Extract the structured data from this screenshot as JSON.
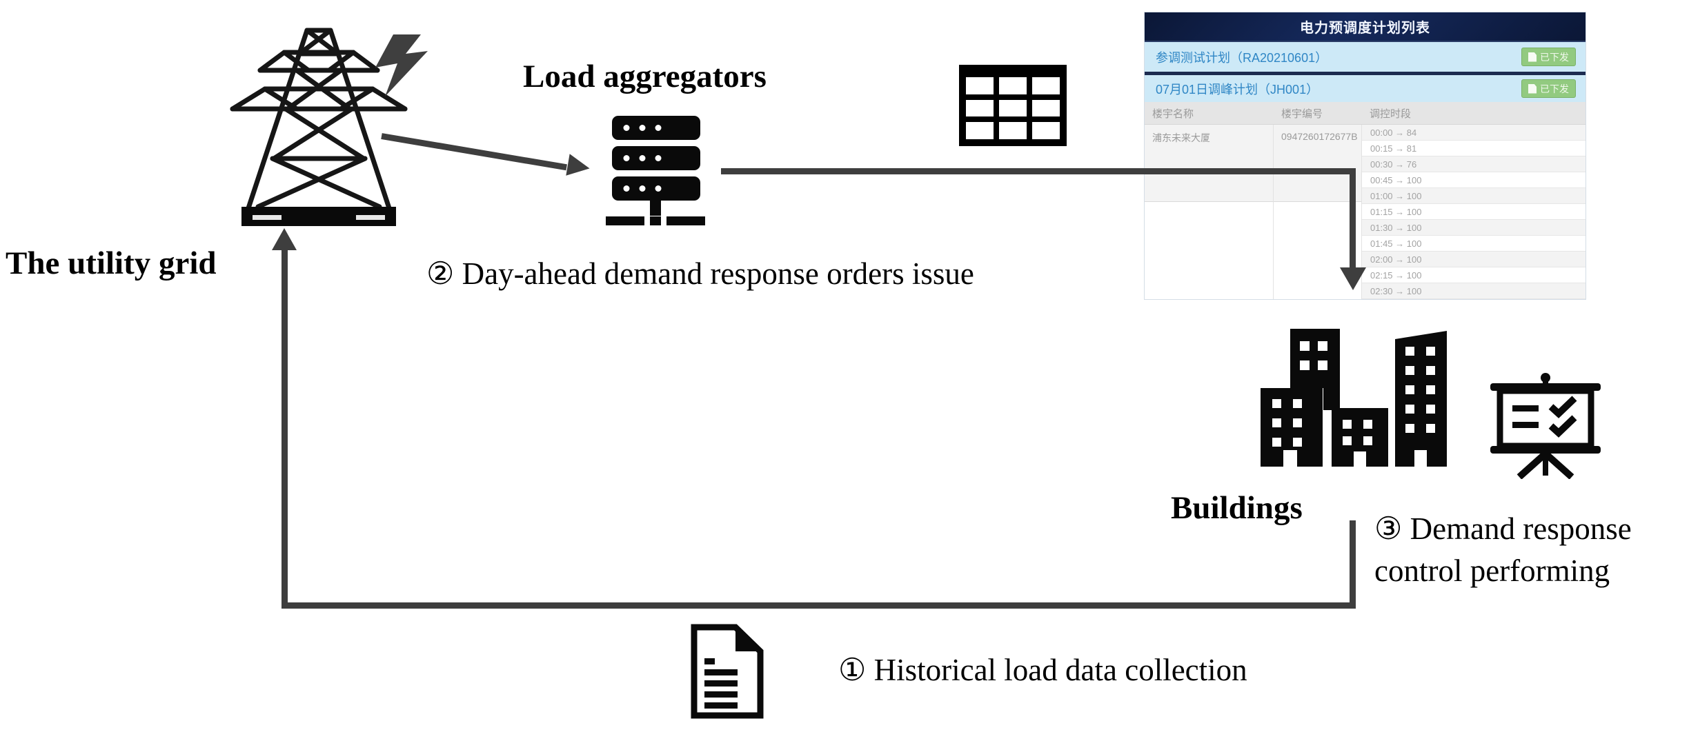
{
  "labels": {
    "utility_grid": "The utility grid",
    "load_aggregators": "Load aggregators",
    "buildings": "Buildings"
  },
  "captions": {
    "step1": "① Historical load data collection",
    "step2": "② Day-ahead demand response orders issue",
    "step3_line1": "③ Demand response",
    "step3_line2": "control performing"
  },
  "screenshot_table": {
    "title": "电力预调度计划列表",
    "plans": [
      {
        "name": "参调测试计划（RA20210601）",
        "button": "已下发"
      },
      {
        "name": "07月01日调峰计划（JH001）",
        "button": "已下发"
      }
    ],
    "columns": [
      "楼宇名称",
      "楼宇编号",
      "调控时段"
    ],
    "building": {
      "name": "浦东未来大厦",
      "id": "0947260172677B"
    },
    "periods": [
      "00:00 → 84",
      "00:15 → 81",
      "00:30 → 76",
      "00:45 → 100",
      "01:00 → 100",
      "01:15 → 100",
      "01:30 → 100",
      "01:45 → 100",
      "02:00 → 100",
      "02:15 → 100",
      "02:30 → 100"
    ]
  },
  "icons": {
    "transmission_tower": "transmission-tower-icon",
    "lightning": "lightning-bolt-icon",
    "server": "server-stack-icon",
    "table_grid": "table-grid-icon",
    "buildings": "buildings-icon",
    "presentation_board": "presentation-checklist-icon",
    "document": "document-icon"
  },
  "colors": {
    "wire": "#3e3e3e",
    "icon_black": "#0a0a0a",
    "shot_titlebar": "#0e1d40",
    "plan_row_bg": "#cde9f7",
    "plan_text": "#2f86c5",
    "button_green": "#92ca80"
  }
}
